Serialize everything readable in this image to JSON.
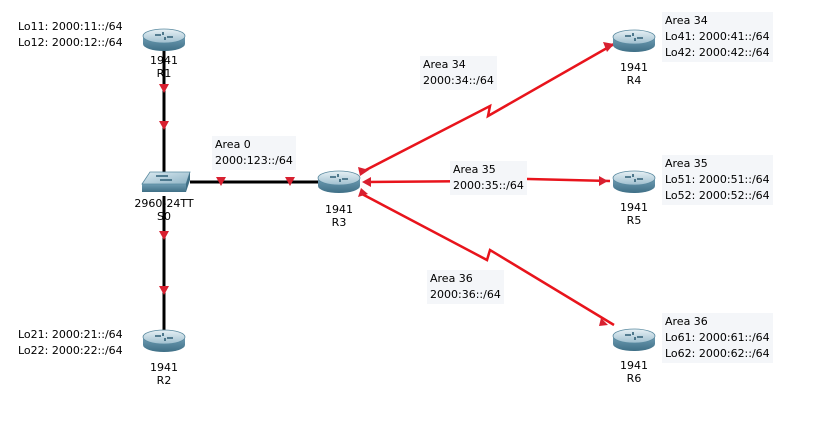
{
  "colors": {
    "wan_link": "#e8141c",
    "lan_link": "#000000",
    "marker": "#d82030",
    "label_bg": "#f4f6f9",
    "router_body": "#5f8ea5",
    "switch_body": "#5f8ea5"
  },
  "devices": {
    "R1": {
      "model": "1941",
      "name": "R1",
      "icon": "router-icon"
    },
    "R2": {
      "model": "1941",
      "name": "R2",
      "icon": "router-icon"
    },
    "R3": {
      "model": "1941",
      "name": "R3",
      "icon": "router-icon"
    },
    "R4": {
      "model": "1941",
      "name": "R4",
      "icon": "router-icon"
    },
    "R5": {
      "model": "1941",
      "name": "R5",
      "icon": "router-icon"
    },
    "R6": {
      "model": "1941",
      "name": "R6",
      "icon": "router-icon"
    },
    "S0": {
      "model": "2960-24TT",
      "name": "S0",
      "icon": "switch-icon"
    }
  },
  "loopbacks": {
    "R1": [
      "Lo11: 2000:11::/64",
      "Lo12: 2000:12::/64"
    ],
    "R2": [
      "Lo21: 2000:21::/64",
      "Lo22: 2000:22::/64"
    ],
    "R4": [
      "Area 34",
      "Lo41: 2000:41::/64",
      "Lo42: 2000:42::/64"
    ],
    "R5": [
      "Area 35",
      "Lo51: 2000:51::/64",
      "Lo52: 2000:52::/64"
    ],
    "R6": [
      "Area 36",
      "Lo61: 2000:61::/64",
      "Lo62: 2000:62::/64"
    ]
  },
  "links": {
    "area0": [
      "Area 0",
      "2000:123::/64"
    ],
    "area34": [
      "Area 34",
      "2000:34::/64"
    ],
    "area35": [
      "Area 35",
      "2000:35::/64"
    ],
    "area36": [
      "Area 36",
      "2000:36::/64"
    ]
  }
}
